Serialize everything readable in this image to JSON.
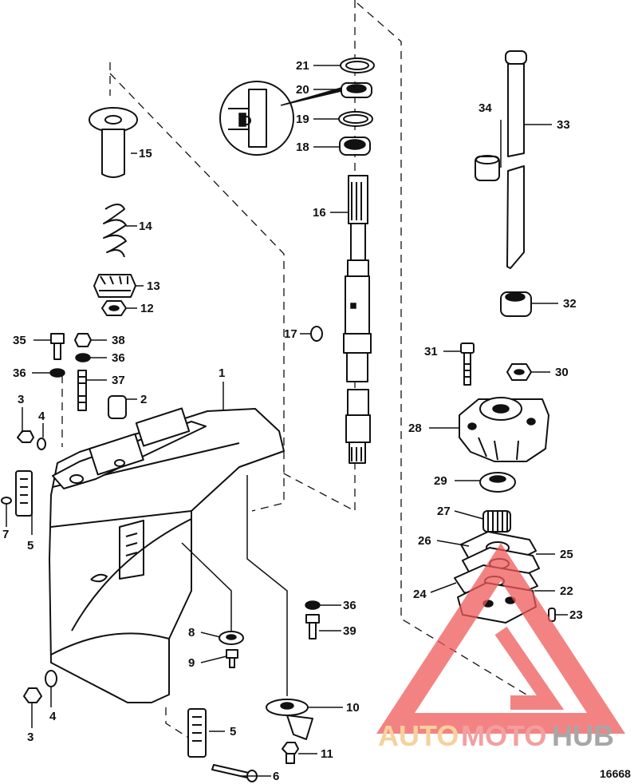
{
  "figure_id": "16668",
  "watermark": {
    "part1": "AUTO",
    "part2": "MOTO",
    "part3": "HUB",
    "color1": "#f5c27a",
    "color2": "#ef7f7f",
    "color3": "#8a8a8a",
    "triangle_color": "#ef5a5a"
  },
  "callouts": [
    "1",
    "2",
    "3",
    "3",
    "4",
    "4",
    "5",
    "5",
    "6",
    "7",
    "8",
    "9",
    "10",
    "11",
    "12",
    "13",
    "14",
    "15",
    "16",
    "17",
    "18",
    "19",
    "20",
    "21",
    "22",
    "23",
    "24",
    "25",
    "26",
    "27",
    "28",
    "29",
    "30",
    "31",
    "32",
    "33",
    "34",
    "35",
    "36",
    "36",
    "36",
    "37",
    "38",
    "39"
  ]
}
